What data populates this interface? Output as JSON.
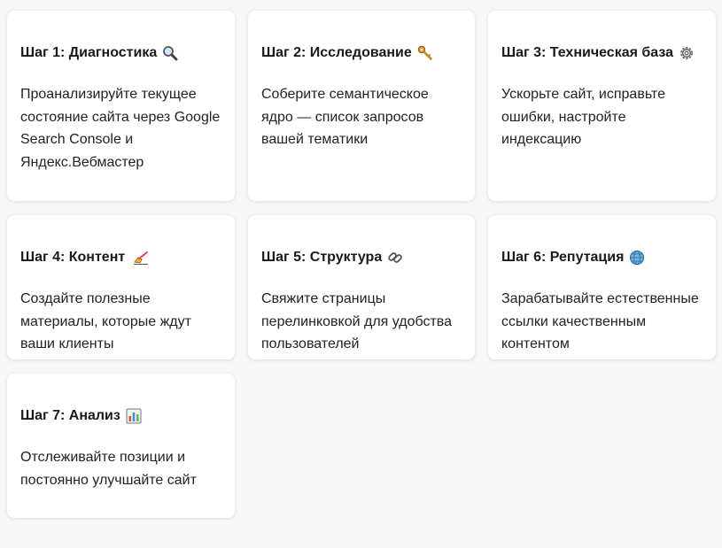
{
  "steps": [
    {
      "title": "Шаг 1: Диагностика",
      "icon": "magnifier-icon",
      "text": "Проанализируйте текущее состояние сайта через Google Search Console и Яндекс.Вебмастер"
    },
    {
      "title": "Шаг 2: Исследование",
      "icon": "key-icon",
      "text": "Соберите семантическое ядро — список запросов вашей тематики"
    },
    {
      "title": "Шаг 3: Техническая база",
      "icon": "gear-icon",
      "text": "Ускорьте сайт, исправьте ошибки, настройте индексацию"
    },
    {
      "title": "Шаг 4: Контент",
      "icon": "writing-hand-icon",
      "text": "Создайте полезные материалы, которые ждут ваши клиенты"
    },
    {
      "title": "Шаг 5: Структура",
      "icon": "link-icon",
      "text": "Свяжите страницы перелинковкой для удобства пользователей"
    },
    {
      "title": "Шаг 6: Репутация",
      "icon": "globe-icon",
      "text": "Зарабатывайте естественные ссылки качественным контентом"
    },
    {
      "title": "Шаг 7: Анализ",
      "icon": "bar-chart-icon",
      "text": "Отслеживайте позиции и постоянно улучшайте сайт"
    }
  ]
}
